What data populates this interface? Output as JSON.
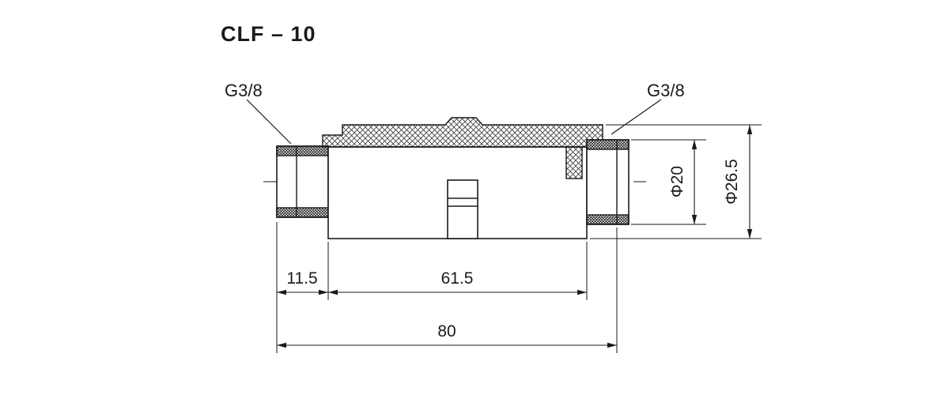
{
  "drawing": {
    "title": "CLF – 10",
    "labels": {
      "thread_left": "G3/8",
      "thread_right": "G3/8"
    },
    "dimensions": {
      "inner_diameter": "Φ20",
      "outer_diameter": "Φ26.5",
      "left_length": "11.5",
      "body_length": "61.5",
      "total_length": "80"
    },
    "colors": {
      "line": "#1a1a1a",
      "background": "#ffffff"
    }
  }
}
